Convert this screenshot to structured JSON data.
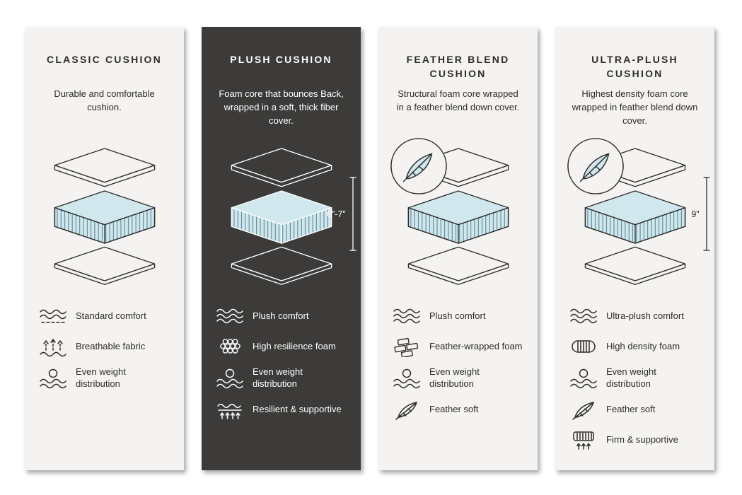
{
  "colors": {
    "page_background": "#ffffff",
    "card_light_bg": "#f4f3f1",
    "card_dark_bg": "#3d3b39",
    "ink": "#2e2c2a",
    "text_on_dark": "#ffffff",
    "foam_fill": "#cfe7ed",
    "foam_hatch": "#44707e"
  },
  "cards": [
    {
      "id": "classic-cushion",
      "theme": "light",
      "title": "CLASSIC CUSHION",
      "description": "Durable and comfortable cushion.",
      "diagram": {
        "type": "cushion-stack",
        "feather_badge": false,
        "height_label": ""
      },
      "features": [
        {
          "icon": "waves-dash-comfort-icon",
          "label": "Standard comfort"
        },
        {
          "icon": "breathable-fabric-icon",
          "label": "Breathable fabric"
        },
        {
          "icon": "even-weight-icon",
          "label": "Even weight distribution"
        }
      ]
    },
    {
      "id": "plush-cushion",
      "theme": "dark",
      "title": "PLUSH CUSHION",
      "description": "Foam core that bounces Back, wrapped in a soft, thick fiber cover.",
      "diagram": {
        "type": "cushion-stack",
        "feather_badge": false,
        "height_label": "6”-7”"
      },
      "features": [
        {
          "icon": "waves-comfort-icon",
          "label": "Plush comfort"
        },
        {
          "icon": "honeycomb-foam-icon",
          "label": "High resilience foam"
        },
        {
          "icon": "even-weight-icon",
          "label": "Even weight distribution"
        },
        {
          "icon": "resilient-supportive-icon",
          "label": "Resilient & supportive"
        }
      ]
    },
    {
      "id": "feather-blend-cushion",
      "theme": "light",
      "title": "FEATHER BLEND CUSHION",
      "description": "Structural foam core wrapped in a feather blend down cover.",
      "diagram": {
        "type": "cushion-stack",
        "feather_badge": true,
        "height_label": ""
      },
      "features": [
        {
          "icon": "waves-comfort-icon",
          "label": "Plush comfort"
        },
        {
          "icon": "brick-foam-icon",
          "label": "Feather-wrapped foam"
        },
        {
          "icon": "even-weight-icon",
          "label": "Even weight distribution"
        },
        {
          "icon": "feather-icon",
          "label": "Feather soft"
        }
      ]
    },
    {
      "id": "ultra-plush-cushion",
      "theme": "light",
      "title": "ULTRA-PLUSH CUSHION",
      "description": "Highest density foam core wrapped in feather blend down cover.",
      "diagram": {
        "type": "cushion-stack",
        "feather_badge": true,
        "height_label": "9”"
      },
      "features": [
        {
          "icon": "waves-comfort-icon",
          "label": "Ultra-plush comfort"
        },
        {
          "icon": "high-density-foam-icon",
          "label": "High density foam"
        },
        {
          "icon": "even-weight-icon",
          "label": "Even weight distribution"
        },
        {
          "icon": "feather-icon",
          "label": "Feather soft"
        },
        {
          "icon": "firm-supportive-icon",
          "label": "Firm & supportive"
        }
      ]
    }
  ]
}
